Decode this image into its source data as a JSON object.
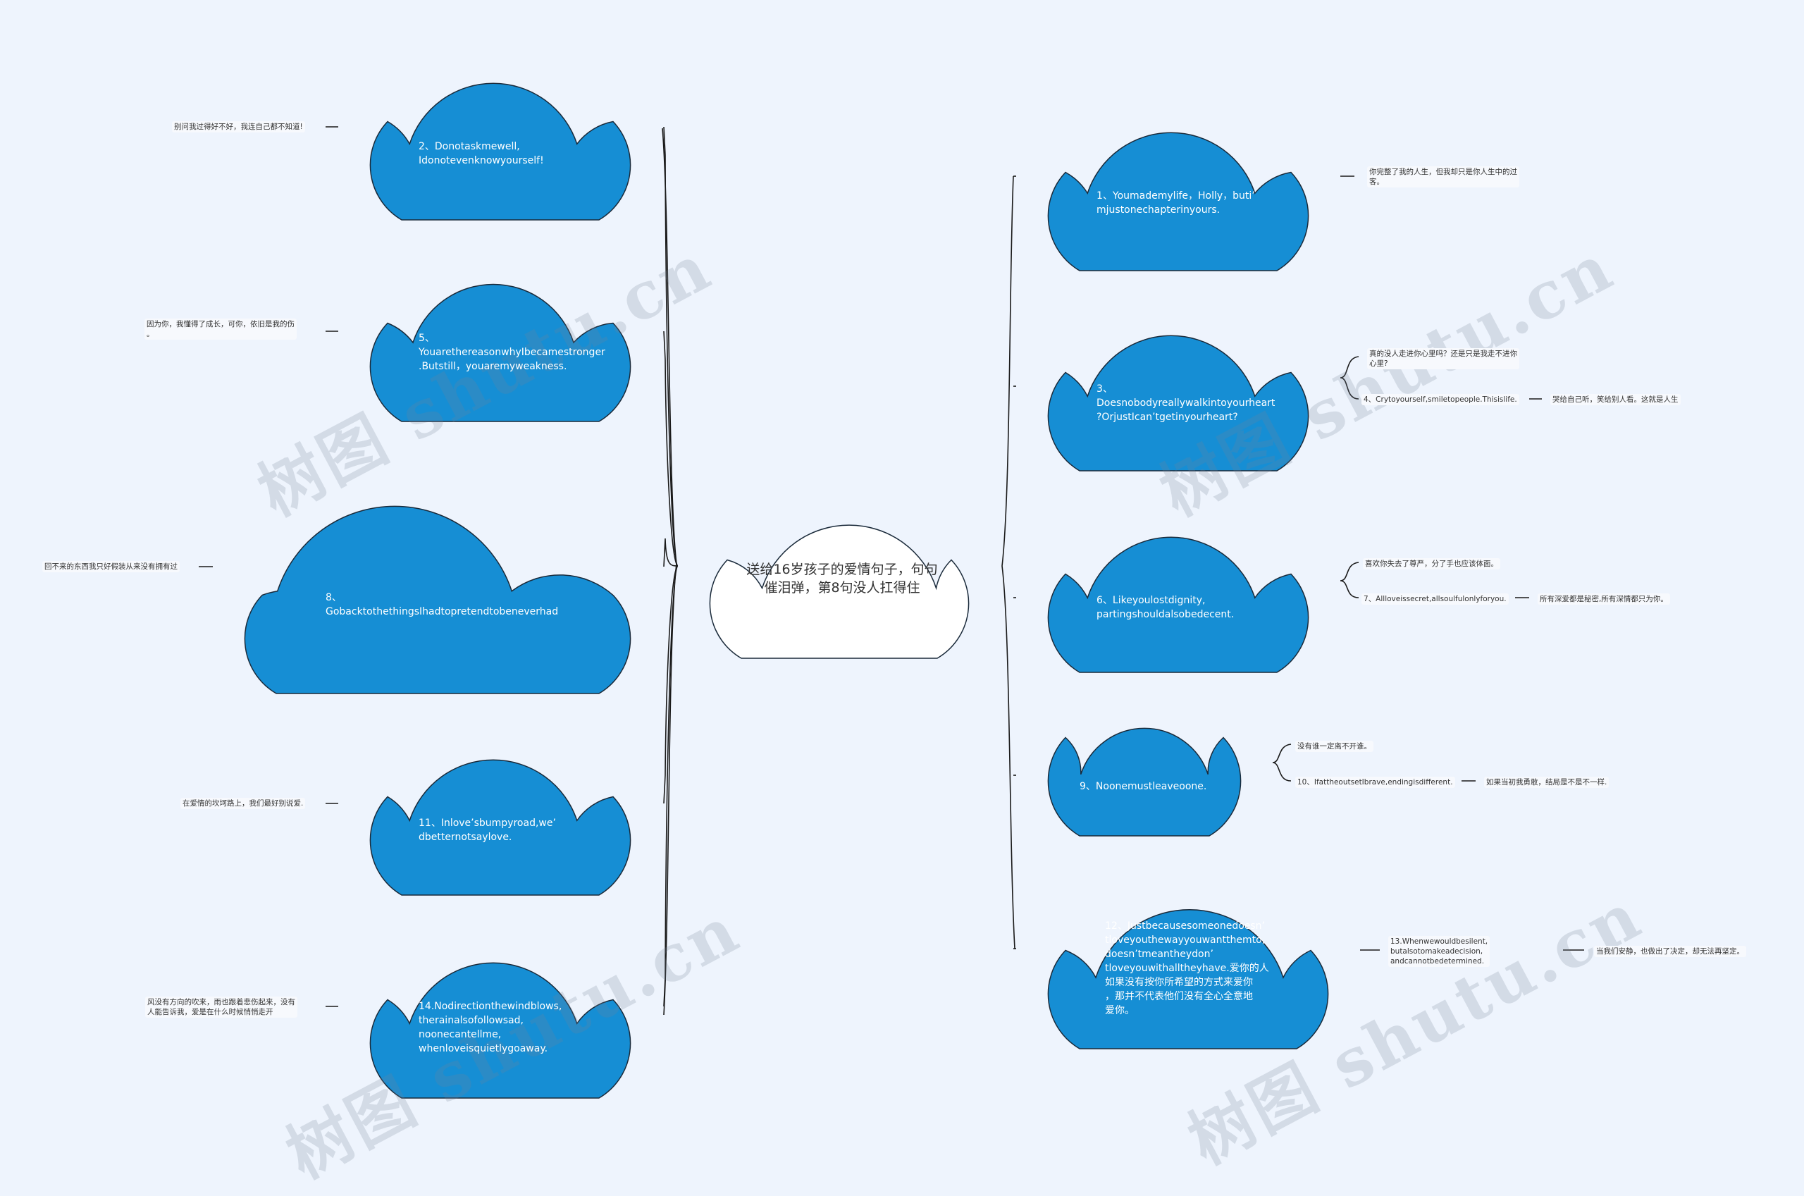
{
  "colors": {
    "background": "#eef4fd",
    "cloud_fill": "#168ed4",
    "cloud_stroke": "#1a2a3a",
    "center_fill": "#ffffff",
    "line": "#1a1a1a"
  },
  "center": {
    "title": "送给16岁孩子的爱情句子，句句催泪弹，第8句没人扛得住"
  },
  "left_nodes": [
    {
      "text": "2、Donotaskmewell,\nIdonotevenknowyourself!",
      "note": "别问我过得好不好，我连自己都不知道!"
    },
    {
      "text": "5、\nYouarethereasonwhyIbecamestronger\n.Butstill，youaremyweakness.",
      "note": "因为你，我懂得了成长，可你，依旧是我的伤\n。"
    },
    {
      "text": "8、\nGobacktothethingsIhadtopretendtobeneverhad",
      "note": "回不来的东西我只好假装从来没有拥有过"
    },
    {
      "text": "11、Inlove’sbumpyroad,we’\ndbetternotsaylove.",
      "note": "在爱情的坎坷路上，我们最好别说爱."
    },
    {
      "text": "14.Nodirectionthewindblows,\ntherainalsofollowsad,\nnoonecantellme,\nwhenloveisquietlygoaway.",
      "note": "风没有方向的吹来，雨也跟着悲伤起来，没有\n人能告诉我，爱是在什么时候悄悄走开"
    }
  ],
  "right_nodes": [
    {
      "text": "1、Youmademylife，Holly，buti’\nmjustonechapterinyours.",
      "notes": [
        {
          "text": "你完整了我的人生，但我却只是你人生中的过\n客。"
        }
      ]
    },
    {
      "text": "3、\nDoesnobodyreallywalkintoyourheart\n?OrjustIcan’tgetinyourheart?",
      "notes": [
        {
          "text": "真的没人走进你心里吗？还是只是我走不进你\n心里?"
        },
        {
          "text": "4、Crytoyourself,smiletopeople.Thisislife.",
          "sub": "哭给自己听，笑给别人看。这就是人生"
        }
      ]
    },
    {
      "text": "6、Likeyoulostdignity,\npartingshouldalsobedecent.",
      "notes": [
        {
          "text": "喜欢你失去了尊严，分了手也应该体面。"
        },
        {
          "text": "7、Allloveissecret,allsoulfulonlyforyou.",
          "sub": "所有深爱都是秘密,所有深情都只为你。"
        }
      ]
    },
    {
      "text": "9、Noonemustleaveoone.",
      "notes": [
        {
          "text": "没有谁一定离不开谁。"
        },
        {
          "text": "10、IfattheoutsetIbrave,endingisdifferent.",
          "sub": "如果当初我勇敢，结局是不是不一样."
        }
      ]
    },
    {
      "text": "12、Justbecausesomeonedoesn’\ntloveyouthewayyouwantthemto,\ndoesn’tmeantheydon’\ntloveyouwithalltheyhave.爱你的人\n如果没有按你所希望的方式来爱你\n，那并不代表他们没有全心全意地\n爱你。",
      "notes": [
        {
          "text": "13.Whenwewouldbesilent,\nbutalsotomakeadecision,\nandcannotbedetermined.",
          "sub": "当我们安静，也做出了决定，却无法再坚定。"
        }
      ]
    }
  ],
  "watermark": "树图 shutu.cn"
}
